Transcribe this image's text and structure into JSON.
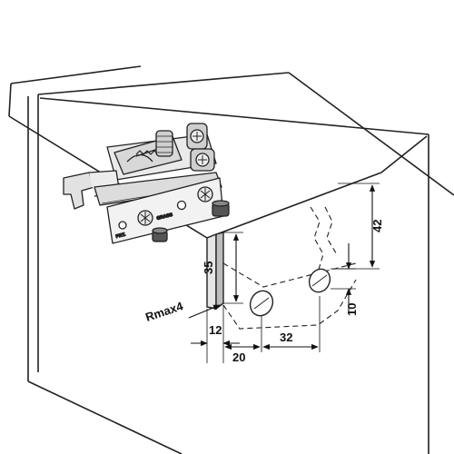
{
  "dimensions": {
    "height_42": "42",
    "height_35": "35",
    "gap_10": "10",
    "thickness_12": "12",
    "offset_20": "20",
    "spacing_32": "32",
    "radius_label": "Rmax4"
  },
  "hardware_stamps": {
    "brand": "GRASS",
    "side": "PRT."
  },
  "colors": {
    "line": "#222222",
    "fill_light": "#f4f4f4",
    "fill_mid": "#d8d8d8",
    "fill_dark": "#9a9a9a",
    "background": "#ffffff"
  }
}
